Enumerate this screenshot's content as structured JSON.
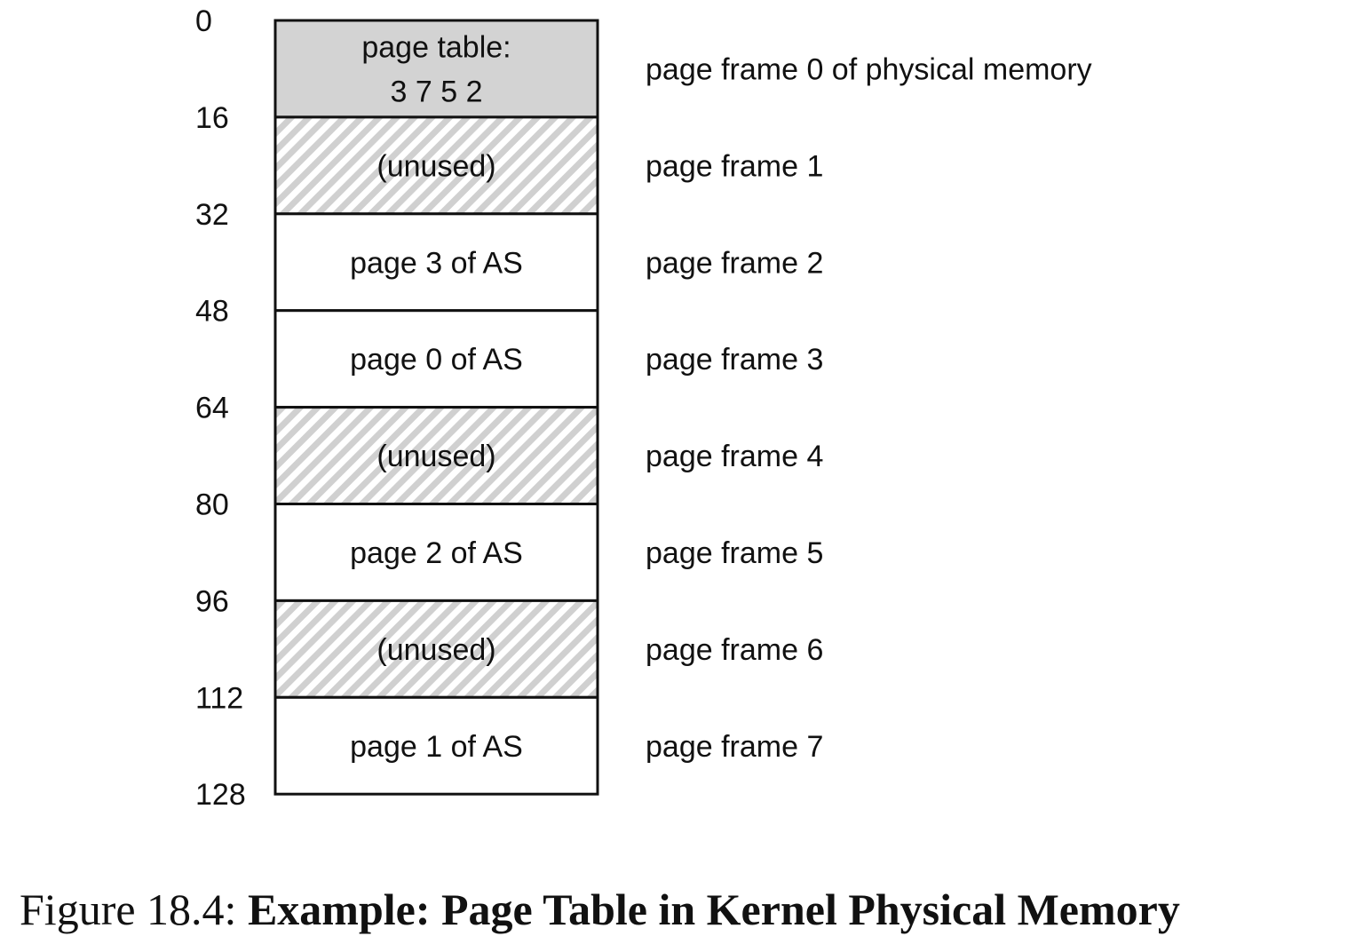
{
  "addresses": [
    "0",
    "16",
    "32",
    "48",
    "64",
    "80",
    "96",
    "112",
    "128"
  ],
  "memory": [
    {
      "lines": [
        "page table:",
        "3 7 5 2"
      ],
      "kind": "pagetable",
      "frame_label": "page frame 0 of physical memory"
    },
    {
      "lines": [
        "(unused)"
      ],
      "kind": "unused",
      "frame_label": "page frame 1"
    },
    {
      "lines": [
        "page 3 of AS"
      ],
      "kind": "page",
      "frame_label": "page frame 2"
    },
    {
      "lines": [
        "page 0 of AS"
      ],
      "kind": "page",
      "frame_label": "page frame 3"
    },
    {
      "lines": [
        "(unused)"
      ],
      "kind": "unused",
      "frame_label": "page frame 4"
    },
    {
      "lines": [
        "page 2 of AS"
      ],
      "kind": "page",
      "frame_label": "page frame 5"
    },
    {
      "lines": [
        "(unused)"
      ],
      "kind": "unused",
      "frame_label": "page frame 6"
    },
    {
      "lines": [
        "page 1 of AS"
      ],
      "kind": "page",
      "frame_label": "page frame 7"
    }
  ],
  "colors": {
    "pagetable_fill": "#d3d3d3",
    "unused_hatch": "#d0d0d0",
    "page_fill": "#ffffff",
    "stroke": "#111111"
  },
  "caption": {
    "prefix": "Figure 18.4:",
    "title": "Example: Page Table in Kernel Physical Memory"
  }
}
